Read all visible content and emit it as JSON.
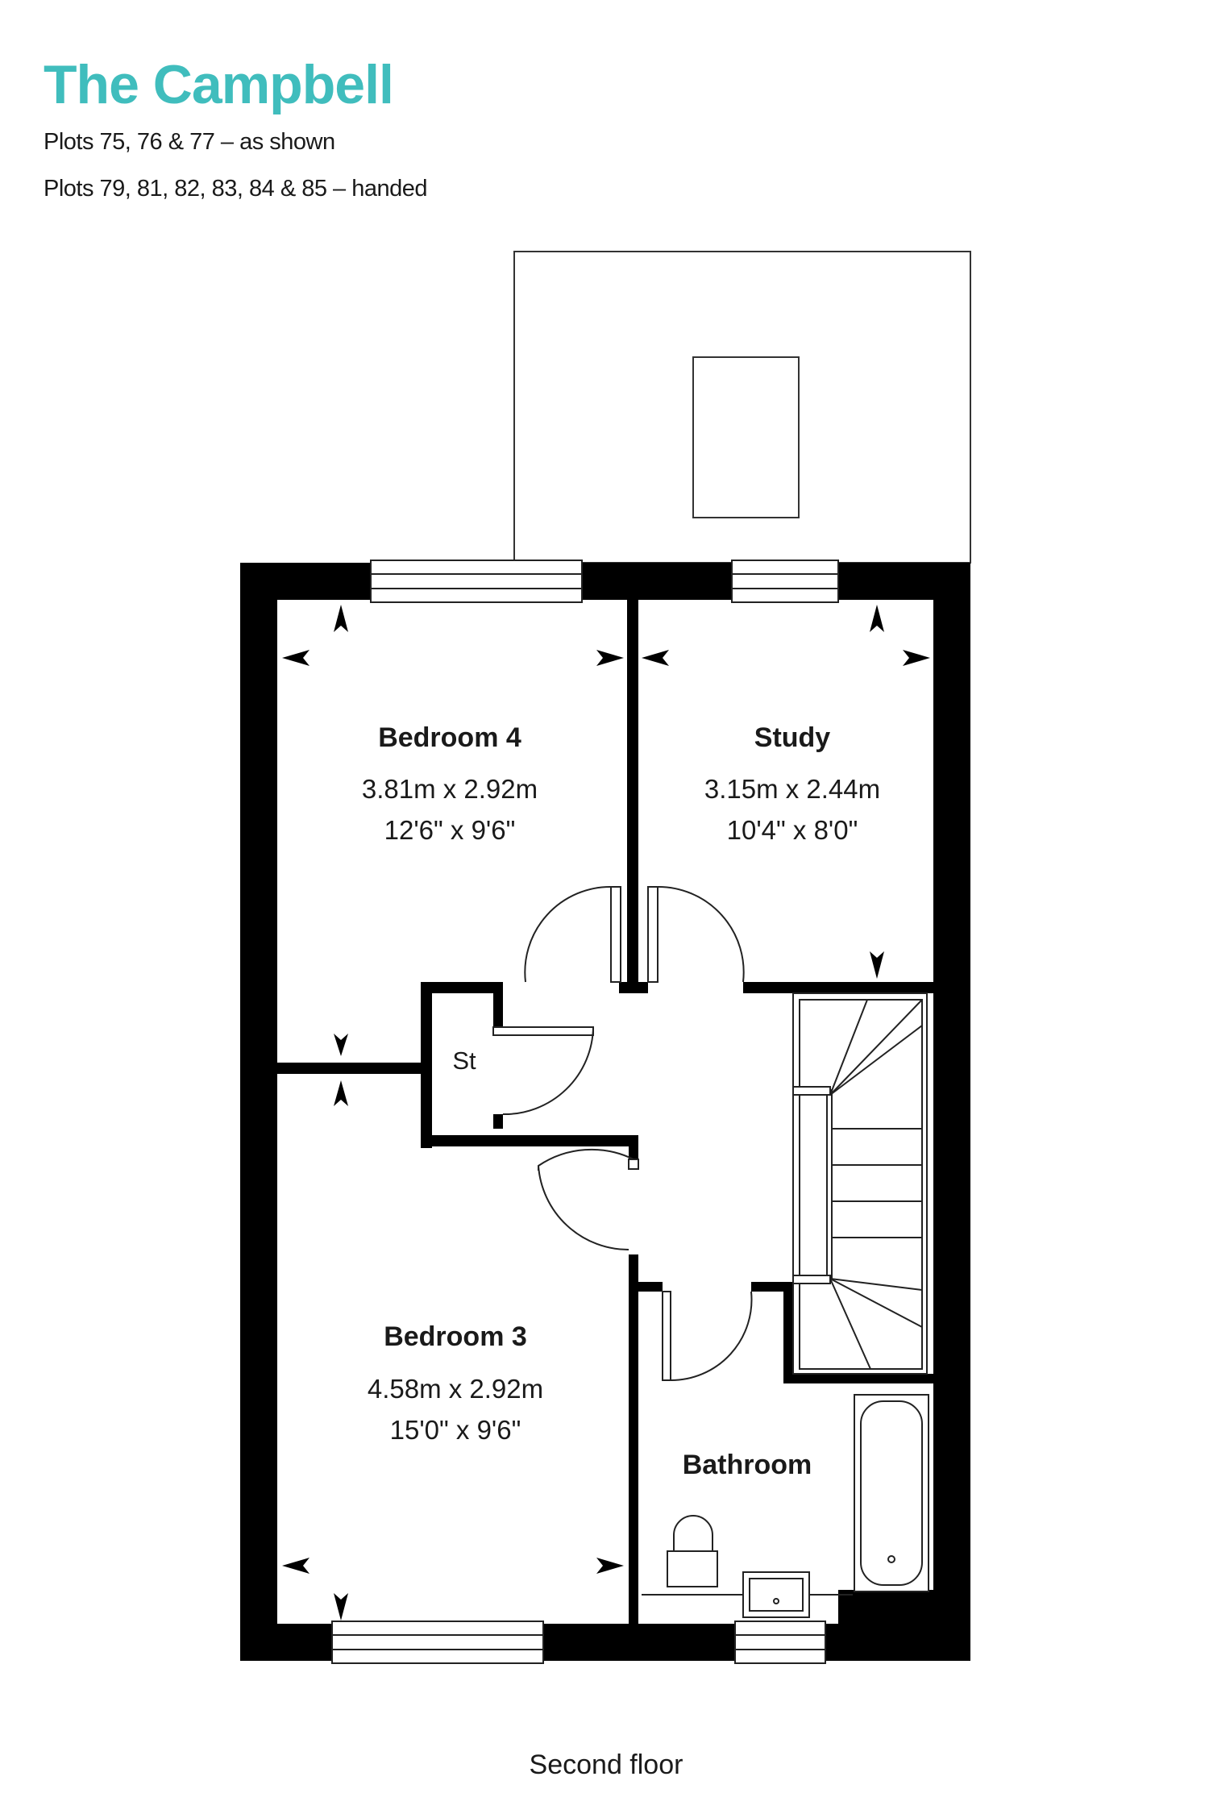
{
  "header": {
    "title": "The Campbell",
    "plots_as_shown": "Plots 75, 76 & 77 – as shown",
    "plots_handed": "Plots 79, 81, 82, 83, 84 & 85 – handed"
  },
  "rooms": {
    "bedroom4": {
      "name": "Bedroom 4",
      "metric": "3.81m x 2.92m",
      "imperial": "12'6\" x 9'6\""
    },
    "study": {
      "name": "Study",
      "metric": "3.15m x 2.44m",
      "imperial": "10'4\" x 8'0\""
    },
    "bedroom3": {
      "name": "Bedroom 3",
      "metric": "4.58m x 2.92m",
      "imperial": "15'0\" x 9'6\""
    },
    "bathroom": {
      "name": "Bathroom"
    },
    "store": {
      "name": "St"
    }
  },
  "footer": {
    "floor_label": "Second floor"
  },
  "colors": {
    "title": "#40bdbd",
    "wall": "#000000",
    "line": "#1a1a1a"
  }
}
